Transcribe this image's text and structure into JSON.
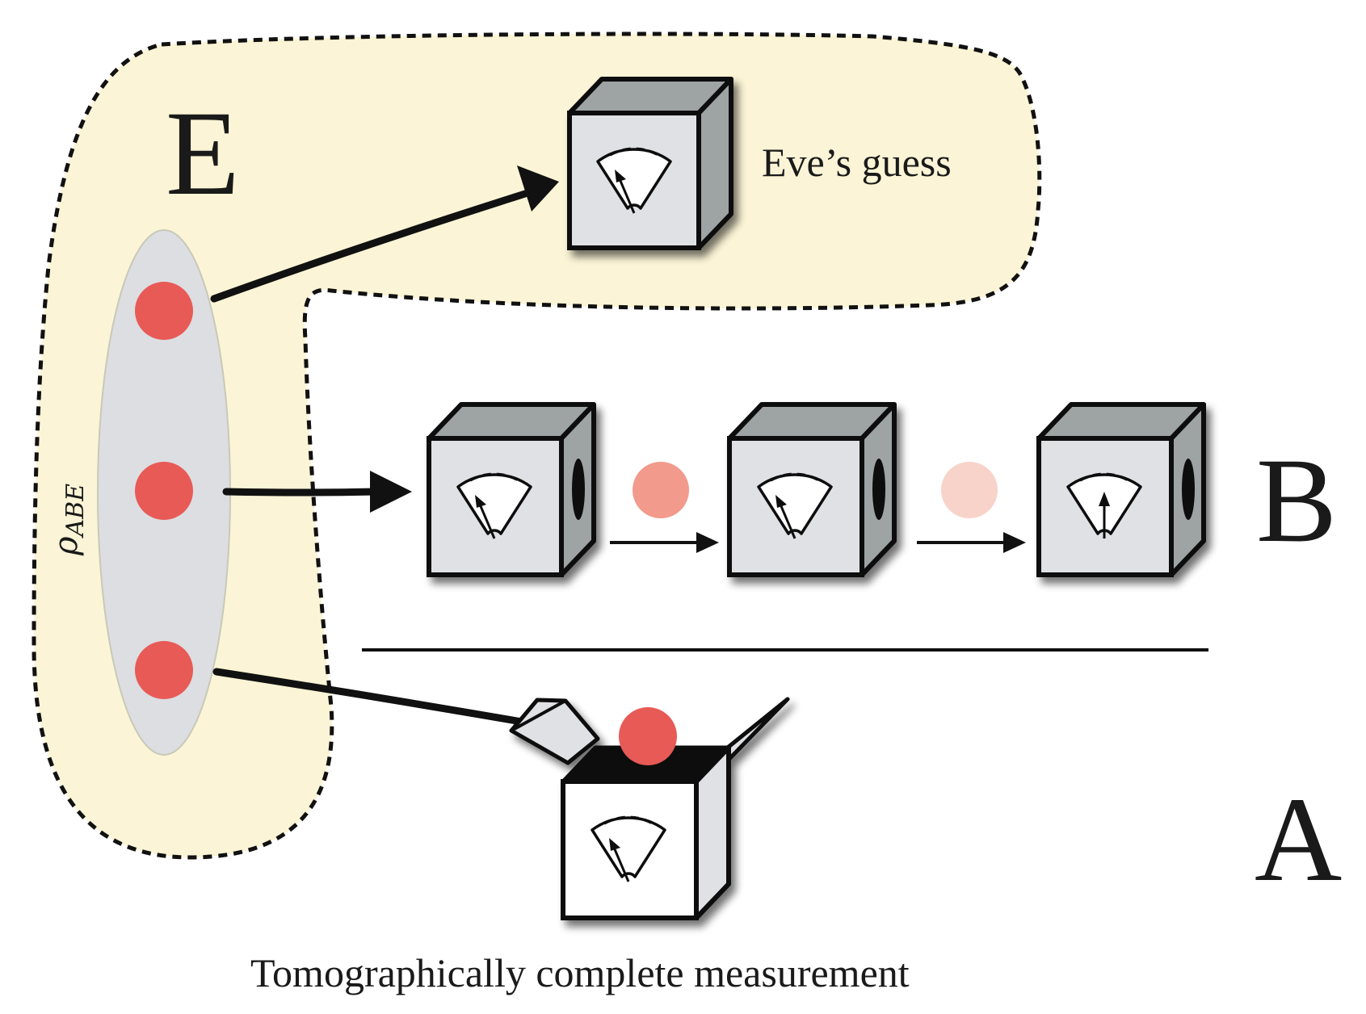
{
  "labels": {
    "eve_region": "E",
    "bob_region": "B",
    "alice_region": "A",
    "eve_guess": "Eve’s guess",
    "state_symbol": "ρ",
    "state_subscript": "ABE",
    "alice_caption": "Tomographically complete measurement"
  },
  "colors": {
    "eve_region_fill": "#fbf4d6",
    "state_ellipse_fill": "#dcdee2",
    "particle": "#e85a56",
    "particle_faded_1": "#f29a8c",
    "particle_faded_2": "#f8d3ca",
    "box_front": "#dfe1e4",
    "box_top": "#9ea3a3",
    "box_side": "#9ea3a3"
  }
}
